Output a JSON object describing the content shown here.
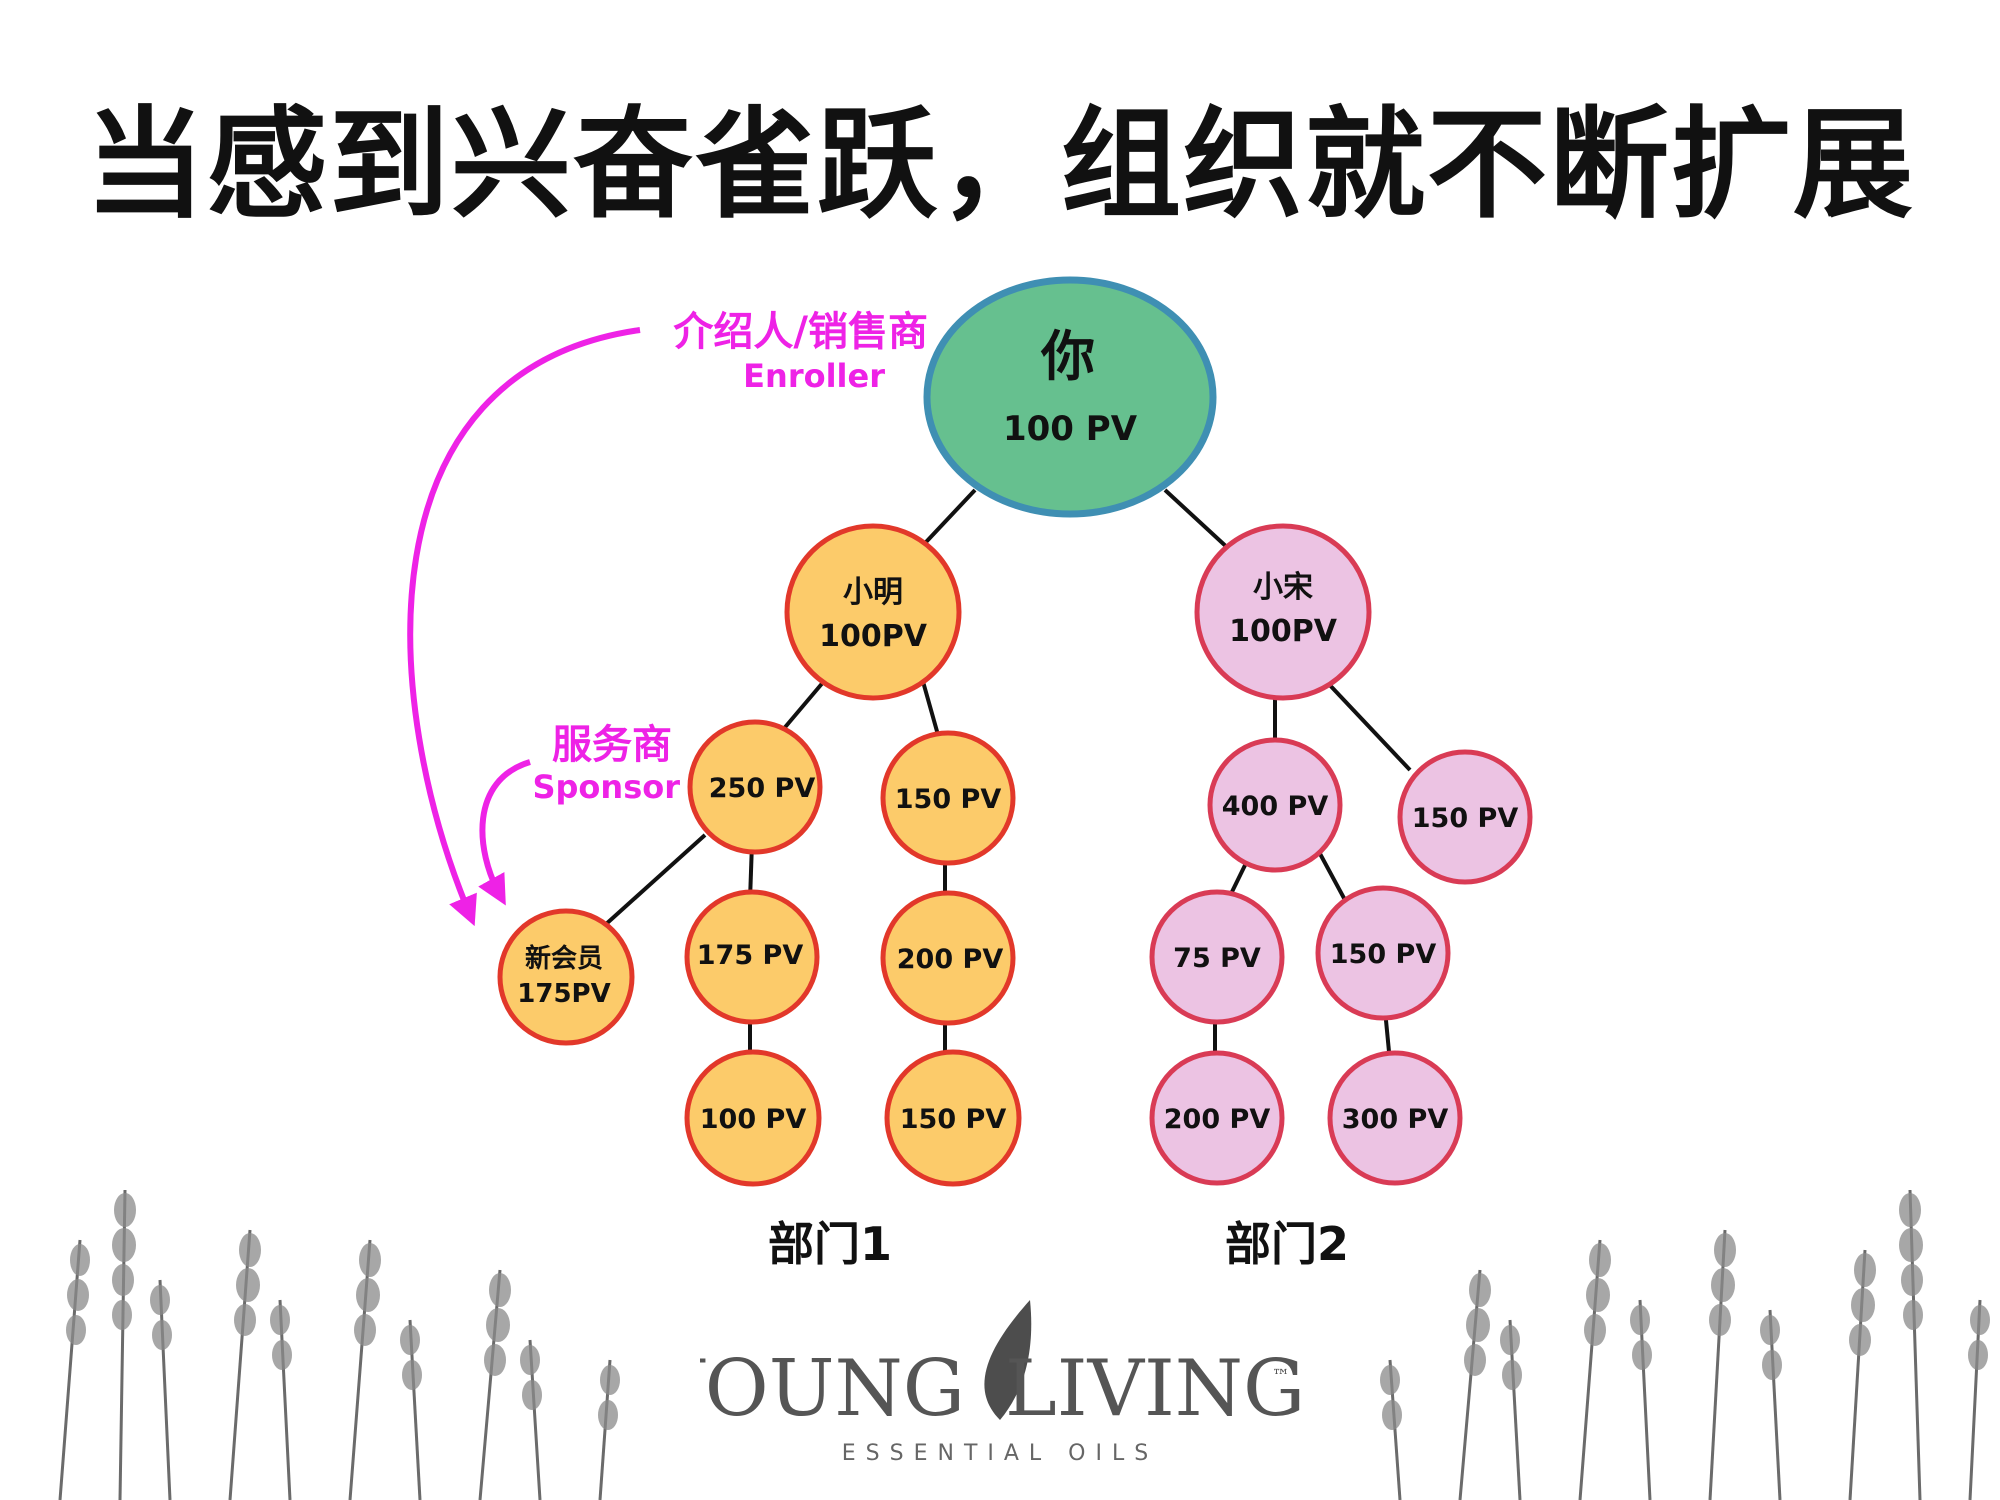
{
  "title": "当感到兴奋雀跃，组织就不断扩展",
  "colors": {
    "root_fill": "#66c08f",
    "root_stroke": "#3f8fb3",
    "dept1_fill": "#fccb6a",
    "dept1_stroke": "#e2382a",
    "dept2_fill": "#ecc3e3",
    "dept2_stroke": "#d93b55",
    "annotation": "#ee22e6",
    "edge": "#111111"
  },
  "annotations": {
    "enroller_cn": "介绍人/销售商",
    "enroller_en": "Enroller",
    "sponsor_cn": "服务商",
    "sponsor_en": "Sponsor"
  },
  "nodes": {
    "root": {
      "name": "你",
      "pv": "100 PV"
    },
    "xiaoming": {
      "name": "小明",
      "pv": "100PV"
    },
    "xiaosong": {
      "name": "小宋",
      "pv": "100PV"
    },
    "n250": {
      "pv": "250 PV"
    },
    "n150a": {
      "pv": "150 PV"
    },
    "new_member": {
      "name": "新会员",
      "pv": "175PV"
    },
    "n175": {
      "pv": "175 PV"
    },
    "n200a": {
      "pv": "200 PV"
    },
    "n100": {
      "pv": "100 PV"
    },
    "n150b": {
      "pv": "150 PV"
    },
    "n400": {
      "pv": "400 PV"
    },
    "n150c": {
      "pv": "150 PV"
    },
    "n75": {
      "pv": "75 PV"
    },
    "n150d": {
      "pv": "150 PV"
    },
    "n200b": {
      "pv": "200 PV"
    },
    "n300": {
      "pv": "300 PV"
    }
  },
  "departments": {
    "dept1": "部门1",
    "dept2": "部门2"
  },
  "brand": {
    "name_left": "YOUNG",
    "name_right": "LIVING",
    "tm": "™",
    "tagline": "ESSENTIAL OILS"
  }
}
